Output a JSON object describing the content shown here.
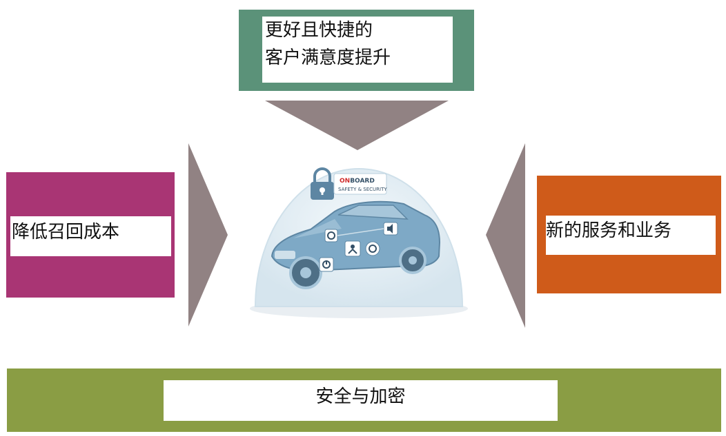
{
  "colors": {
    "top": "#5b9279",
    "left": "#a93574",
    "right": "#cf5b1a",
    "bottom": "#8a9d44",
    "arrow": "#918283",
    "dome": "#dfeaf1",
    "car": "#7ea9c6"
  },
  "top_box": {
    "line1": "更好且快捷的",
    "line2": "客户满意度提升"
  },
  "left_box": {
    "label": "降低召回成本"
  },
  "right_box": {
    "label": "新的服务和业务"
  },
  "bottom_bar": {
    "label": "安全与加密"
  },
  "center": {
    "badge_line1_accent": "ON",
    "badge_line1_rest": "BOARD",
    "badge_line2": "SAFETY & SECURITY",
    "icons": [
      "lock-icon",
      "steering-wheel-icon",
      "airbag-icon",
      "speaker-icon",
      "power-icon",
      "gear-icon"
    ]
  }
}
